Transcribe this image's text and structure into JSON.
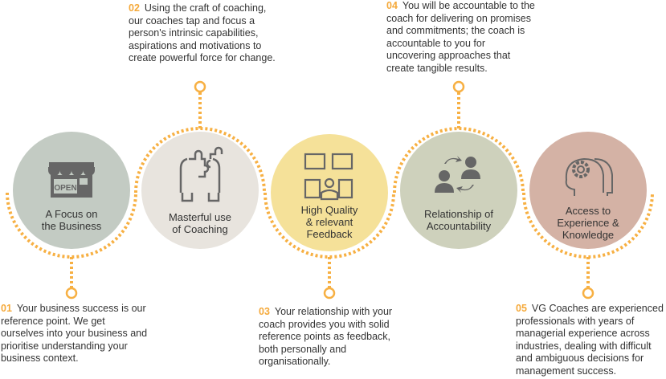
{
  "colors": {
    "accent": "#f7b043",
    "c1": "#c3cbc3",
    "c2": "#e8e4de",
    "c3": "#f5e199",
    "c4": "#ced1bc",
    "c5": "#d4b2a5",
    "icon": "#666666"
  },
  "steps": [
    {
      "number": "01",
      "title": "A Focus on the Business",
      "title_lines": [
        "A Focus on",
        "the Business"
      ],
      "icon": "open-shop-icon",
      "text": "Your business success is our reference point. We get ourselves into your business and prioritise understanding your business context."
    },
    {
      "number": "02",
      "title": "Masterful use of Coaching",
      "title_lines": [
        "Masterful use",
        "of Coaching"
      ],
      "icon": "puzzle-hands-icon",
      "text": "Using the craft of coaching, our coaches tap and focus a person's intrinsic capabilities, aspirations and motivations to create powerful force for change."
    },
    {
      "number": "03",
      "title": "High Quality & relevant Feedback",
      "title_lines": [
        "High Quality",
        "& relevant",
        "Feedback"
      ],
      "icon": "feedback-icon",
      "text": "Your relationship with your coach provides you with solid reference points as feedback, both personally and organisationally."
    },
    {
      "number": "04",
      "title": "Relationship of Accountability",
      "title_lines": [
        "Relationship of",
        "Accountability"
      ],
      "icon": "accountability-icon",
      "text": "You will be accountable to the coach for delivering on promises and commitments; the coach is accountable to you for uncovering approaches that create tangible results."
    },
    {
      "number": "05",
      "title": "Access to Experience & Knowledge",
      "title_lines": [
        "Access to",
        "Experience &",
        "Knowledge"
      ],
      "icon": "head-gear-icon",
      "text": "VG Coaches are experienced professionals with years of managerial experience across industries, dealing with difficult and ambiguous decisions for management success."
    }
  ]
}
